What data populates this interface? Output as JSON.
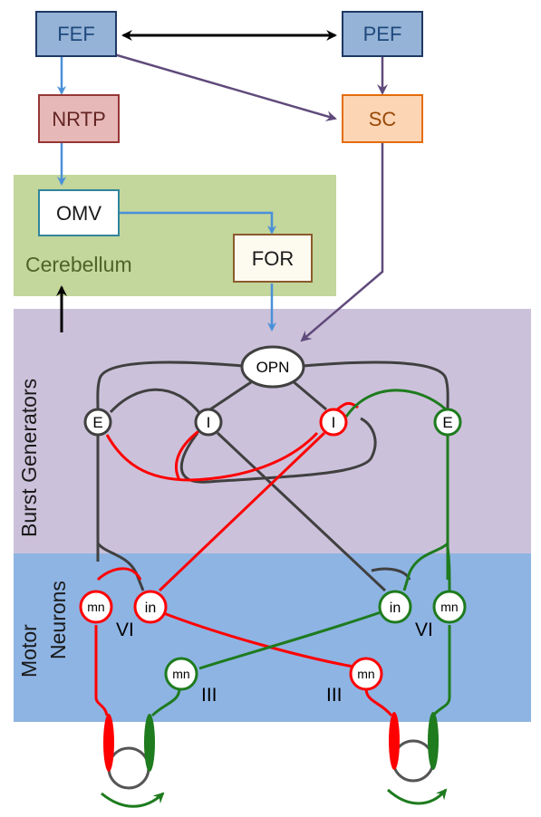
{
  "regions": {
    "cerebellum_label": "Cerebellum",
    "burst_generators_label": "Burst Generators",
    "motor_neurons_label_line1": "Motor",
    "motor_neurons_label_line2": "Neurons"
  },
  "boxes": {
    "fef": "FEF",
    "pef": "PEF",
    "nrtp": "NRTP",
    "sc": "SC",
    "omv": "OMV",
    "for": "FOR"
  },
  "nodes": {
    "opn": "OPN",
    "e_left": "E",
    "i_left": "I",
    "i_right": "I",
    "e_right": "E",
    "mn_left": "mn",
    "in_left": "in",
    "in_right": "in",
    "mn_right": "mn",
    "mn_iii_left": "mn",
    "mn_iii_right": "mn"
  },
  "nucleus_labels": {
    "vi_left": "VI",
    "vi_right": "VI",
    "iii_left": "III",
    "iii_right": "III"
  },
  "colors": {
    "cerebellum_bg": "#c3d69b",
    "burst_bg": "#ccc1da",
    "motor_bg": "#8eb4e3",
    "fef_pef_fill": "#95b3d7",
    "fef_pef_border": "#1f3864",
    "fef_pef_text": "#1f497d",
    "nrtp_fill": "#e6b9b8",
    "nrtp_border": "#953735",
    "nrtp_text": "#632523",
    "sc_fill": "#fcd5b5",
    "sc_border": "#e46c0a",
    "sc_text": "#984807",
    "omv_border": "#31859c",
    "for_fill": "#fdfbf0",
    "for_border": "#8b5a2b",
    "cerebellum_text": "#4f6228",
    "blue_arrow": "#4a90d9",
    "purple_arrow": "#604a7b",
    "red": "#ff0000",
    "green": "#1e7b1e",
    "dark_line": "#404040"
  }
}
